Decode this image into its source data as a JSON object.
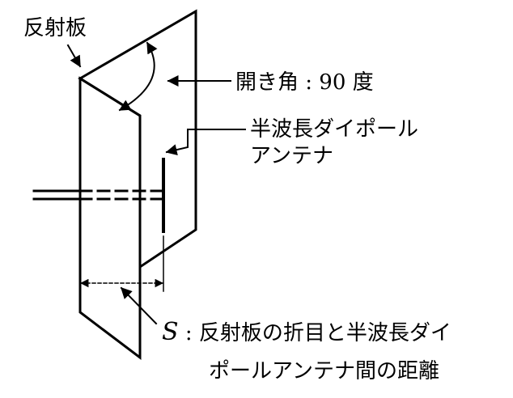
{
  "labels": {
    "reflector": "反射板",
    "opening_angle": "開き角 : 90 度",
    "dipole_line1": "半波長ダイポール",
    "dipole_line2": "アンテナ",
    "distance_symbol": "S",
    "distance_line1": " : 反射板の折目と半波長ダイ",
    "distance_line2": "ポールアンテナ間の距離"
  }
}
